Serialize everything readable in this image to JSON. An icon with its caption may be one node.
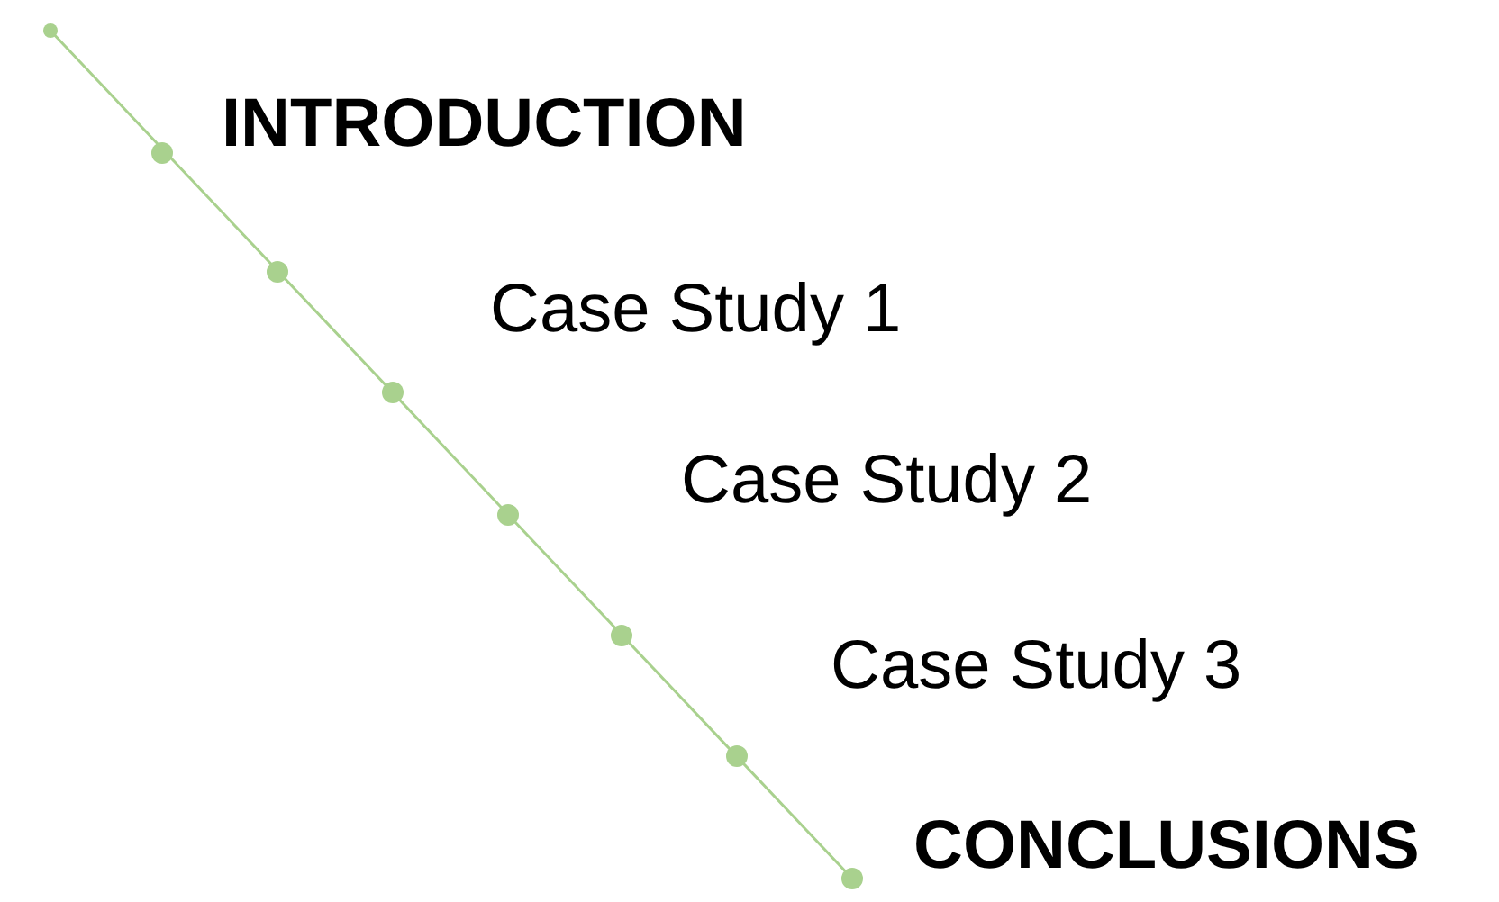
{
  "diagram": {
    "labels": [
      "INTRODUCTION",
      "Case Study 1",
      "Case Study 2",
      "Case Study 3",
      "CONCLUSIONS"
    ]
  }
}
